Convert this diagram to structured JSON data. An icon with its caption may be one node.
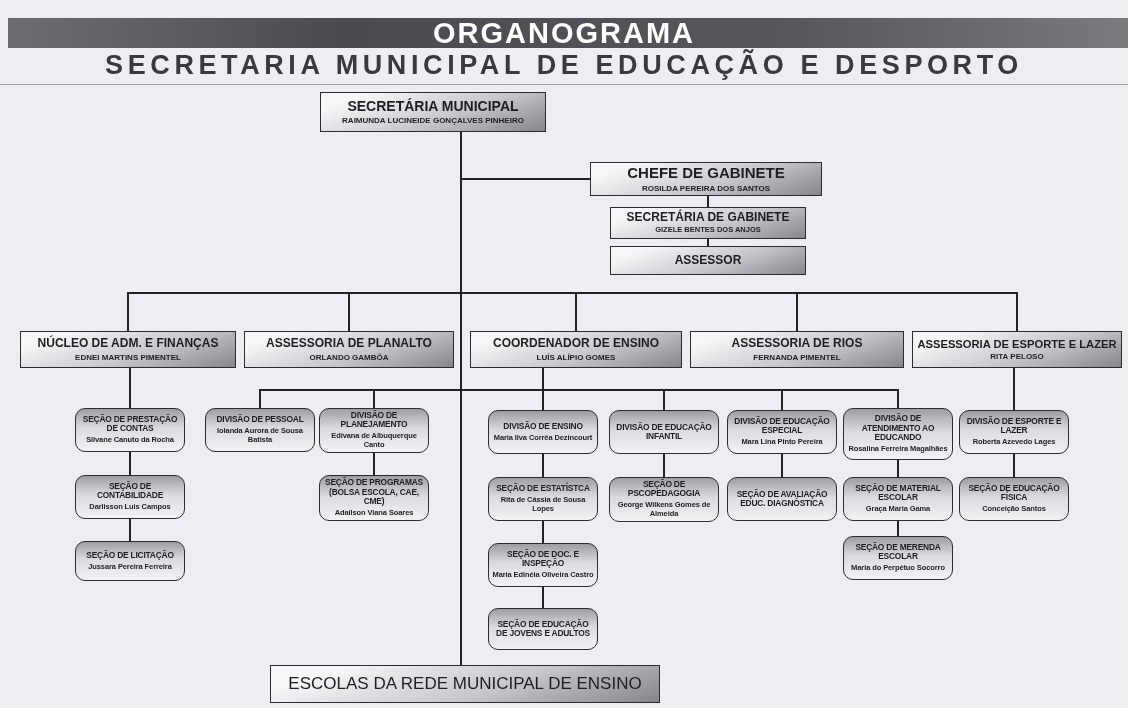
{
  "diagram": {
    "title": "ORGANOGRAMA",
    "nodes": [
      {
        "text": [
          "SECRETÁRIA MUNICIPAL",
          "RAIMUNDA LUCINEIDE GONÇALVES PINHEIRO"
        ]
      },
      {
        "text": [
          "CHEFE DE GABINETE",
          "ROSILDA PEREIRA DOS SANTOS"
        ]
      },
      {
        "text": [
          "SECRETÁRIA DE GABINETE",
          "GIZELE BENTES DOS ANJOS"
        ]
      },
      {
        "text": [
          "ASSESSOR"
        ]
      },
      {
        "text": [
          "NÚCLEO DE ADM. E FINANÇAS",
          "EDNEI MARTINS PIMENTEL"
        ]
      },
      {
        "text": [
          "ASSESSORIA DE PLANALTO",
          "ORLANDO GAMBÔA"
        ]
      },
      {
        "text": [
          "COORDENADOR DE ENSINO",
          "LUÍS ALÍPIO GOMES"
        ]
      },
      {
        "text": [
          "ASSESSORIA DE RIOS",
          "FERNANDA PIMENTEL"
        ]
      },
      {
        "text": [
          "ASSESSORIA DE ESPORTE E LAZER",
          "RITA PELOSO"
        ]
      },
      {
        "text": [
          "SEÇÃO DE PRESTAÇÃO DE CONTAS",
          "Silvane Canuto da Rocha"
        ]
      },
      {
        "text": [
          "SEÇÃO DE CONTABILIDADE",
          "Darlisson Luis Campos"
        ]
      },
      {
        "text": [
          "SEÇÃO DE LICITAÇÃO",
          "Jussara Pereira Ferreira"
        ]
      },
      {
        "text": [
          "DIVISÃO DE PESSOAL",
          "Iolanda Aurora de Sousa Batista"
        ]
      },
      {
        "text": [
          "DIVISÃO DE PLANEJAMENTO",
          "Edivana de Albuquerque Canto"
        ]
      },
      {
        "text": [
          "SEÇÃO DE PROGRAMAS (BOLSA ESCOLA, CAE, CME)",
          "Adailson Viana Soares"
        ]
      },
      {
        "text": [
          "DIVISÃO DE ENSINO",
          "Maria Ilva Corrêa Dezincourt"
        ]
      },
      {
        "text": [
          "SEÇÃO DE ESTATÍSTCA",
          "Rita de Cássia de Sousa Lopes"
        ]
      },
      {
        "text": [
          "SEÇÃO DE DOC. E INSPEÇÃO",
          "Maria Edinéia Oliveira Castro"
        ]
      },
      {
        "text": [
          "SEÇÃO DE EDUCAÇÃO DE JOVENS E ADULTOS"
        ]
      },
      {
        "text": [
          "DIVISÃO DE EDUCAÇÃO INFANTIL"
        ]
      },
      {
        "text": [
          "SEÇÃO DE PSCOPEDAGOGIA",
          "George Wilkens Gomes de Almeida"
        ]
      },
      {
        "text": [
          "DIVISÃO DE EDUCAÇÃO ESPECIAL",
          "Mara Lina Pinto Pereira"
        ]
      },
      {
        "text": [
          "SEÇÃO DE AVALIAÇÃO EDUC. DIAGNÓSTICA"
        ]
      },
      {
        "text": [
          "DIVISÃO DE ATENDIMENTO AO EDUCANDO",
          "Rosalina Ferreira Magalhães"
        ]
      },
      {
        "text": [
          "SEÇÃO DE MATERIAL ESCOLAR",
          "Graça Maria Gama"
        ]
      },
      {
        "text": [
          "SEÇÃO DE MERENDA ESCOLAR",
          "Maria do Perpétuo Socorro"
        ]
      },
      {
        "text": [
          "DIVISÃO DE ESPORTE E LAZER",
          "Roberta Azevedo Lages"
        ]
      },
      {
        "text": [
          "SEÇÃO DE EDUCAÇÃO FÍSICA",
          "Conceição Santos"
        ]
      },
      {
        "text": [
          "ESCOLAS DA REDE MUNICIPAL DE ENSINO"
        ]
      }
    ],
    "edges": [
      {
        "from": 0,
        "to": 1,
        "arrow": "none"
      },
      {
        "from": 1,
        "to": 2,
        "arrow": "none"
      },
      {
        "from": 2,
        "to": 3,
        "arrow": "none"
      },
      {
        "from": 0,
        "to": 4,
        "arrow": "none"
      },
      {
        "from": 0,
        "to": 5,
        "arrow": "none"
      },
      {
        "from": 0,
        "to": 6,
        "arrow": "none"
      },
      {
        "from": 0,
        "to": 7,
        "arrow": "none"
      },
      {
        "from": 0,
        "to": 8,
        "arrow": "none"
      },
      {
        "from": 4,
        "to": 9,
        "arrow": "none"
      },
      {
        "from": 9,
        "to": 10,
        "arrow": "none"
      },
      {
        "from": 10,
        "to": 11,
        "arrow": "none"
      },
      {
        "from": 6,
        "to": 12,
        "arrow": "none"
      },
      {
        "from": 6,
        "to": 13,
        "arrow": "none"
      },
      {
        "from": 13,
        "to": 14,
        "arrow": "none"
      },
      {
        "from": 6,
        "to": 15,
        "arrow": "none"
      },
      {
        "from": 15,
        "to": 16,
        "arrow": "none"
      },
      {
        "from": 16,
        "to": 17,
        "arrow": "none"
      },
      {
        "from": 17,
        "to": 18,
        "arrow": "none"
      },
      {
        "from": 6,
        "to": 19,
        "arrow": "none"
      },
      {
        "from": 19,
        "to": 20,
        "arrow": "none"
      },
      {
        "from": 6,
        "to": 21,
        "arrow": "none"
      },
      {
        "from": 21,
        "to": 22,
        "arrow": "none"
      },
      {
        "from": 6,
        "to": 23,
        "arrow": "none"
      },
      {
        "from": 23,
        "to": 24,
        "arrow": "none"
      },
      {
        "from": 24,
        "to": 25,
        "arrow": "none"
      },
      {
        "from": 8,
        "to": 26,
        "arrow": "none"
      },
      {
        "from": 26,
        "to": 27,
        "arrow": "none"
      },
      {
        "from": 0,
        "to": 28,
        "arrow": "none"
      }
    ],
    "labels": [
      "SECRETARIA MUNICIPAL DE EDUCAÇÃO E DESPORTO"
    ]
  }
}
